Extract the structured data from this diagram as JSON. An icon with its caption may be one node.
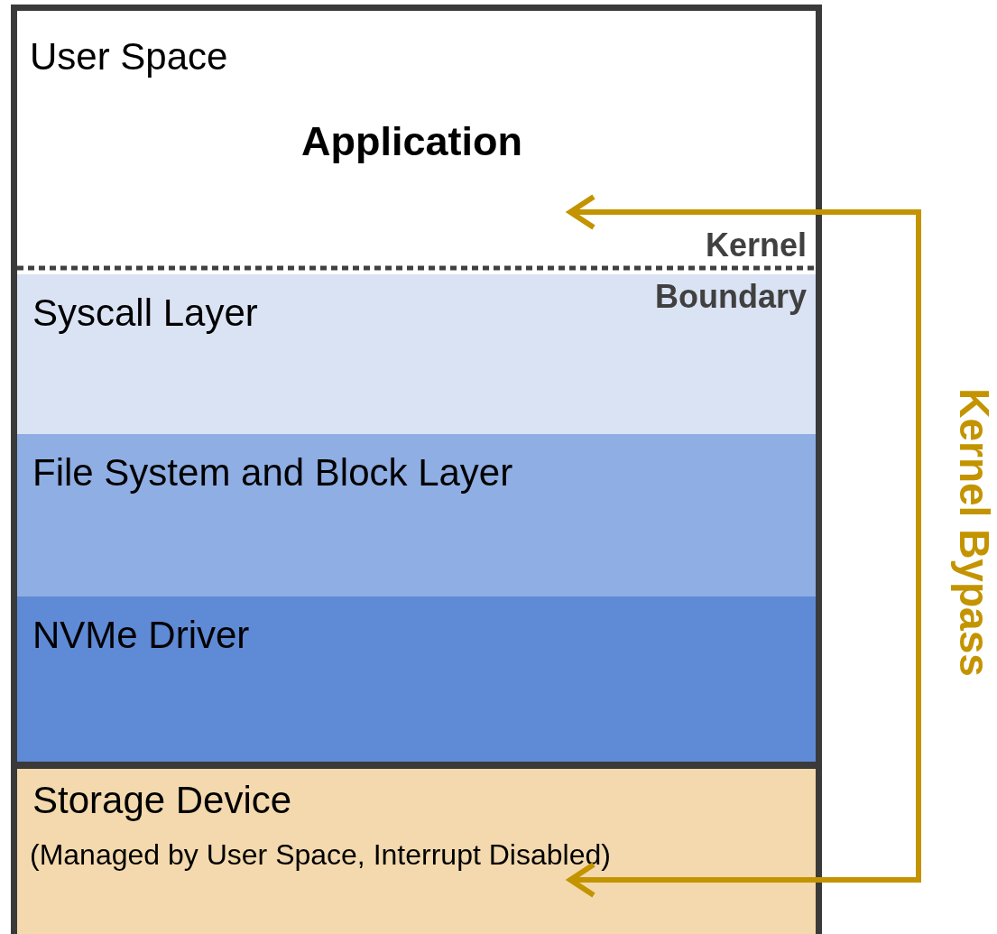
{
  "diagram": {
    "nodes": [
      {
        "text": [
          "User Space",
          "Application"
        ]
      },
      {
        "text": [
          "Syscall Layer"
        ]
      },
      {
        "text": [
          "File System and Block Layer"
        ]
      },
      {
        "text": [
          "NVMe Driver"
        ]
      },
      {
        "text": [
          "Storage Device",
          "(Managed by User Space, Interrupt Disabled)"
        ]
      }
    ],
    "edges": [
      {
        "from": 0,
        "to": 4,
        "arrow": "both",
        "label": "Kernel Bypass"
      }
    ],
    "labels": [
      "Kernel Boundary"
    ]
  }
}
